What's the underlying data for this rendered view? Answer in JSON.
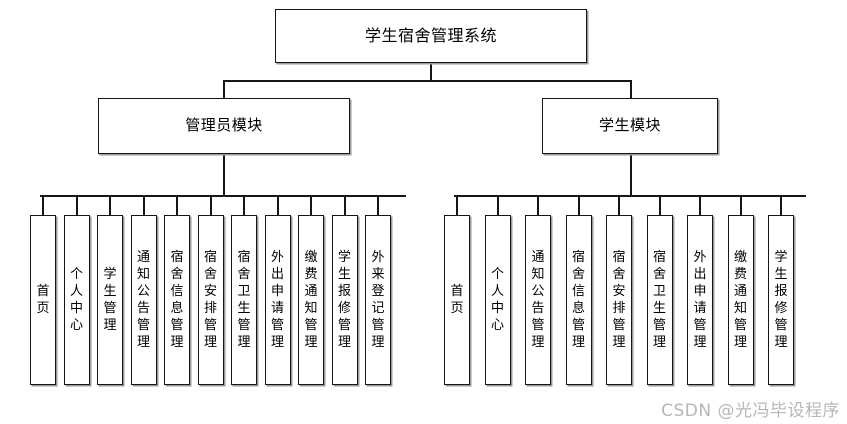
{
  "diagram": {
    "type": "tree",
    "root": {
      "label": "学生宿舍管理系统"
    },
    "modules": [
      {
        "label": "管理员模块"
      },
      {
        "label": "学生模块"
      }
    ],
    "admin_leaves": [
      {
        "label": "首页"
      },
      {
        "label": "个人中心"
      },
      {
        "label": "学生管理"
      },
      {
        "label": "通知公告管理"
      },
      {
        "label": "宿舍信息管理"
      },
      {
        "label": "宿舍安排管理"
      },
      {
        "label": "宿舍卫生管理"
      },
      {
        "label": "外出申请管理"
      },
      {
        "label": "缴费通知管理"
      },
      {
        "label": "学生报修管理"
      },
      {
        "label": "外来登记管理"
      }
    ],
    "student_leaves": [
      {
        "label": "首页"
      },
      {
        "label": "个人中心"
      },
      {
        "label": "通知公告管理"
      },
      {
        "label": "宿舍信息管理"
      },
      {
        "label": "宿舍安排管理"
      },
      {
        "label": "宿舍卫生管理"
      },
      {
        "label": "外出申请管理"
      },
      {
        "label": "缴费通知管理"
      },
      {
        "label": "学生报修管理"
      }
    ],
    "colors": {
      "line": "#161616",
      "box_border": "#161616",
      "box_fill": "#ffffff",
      "shadow": "#9a9a9a",
      "watermark": "#b7b7b7"
    }
  },
  "watermark": {
    "text": "CSDN @光冯毕设程序"
  }
}
